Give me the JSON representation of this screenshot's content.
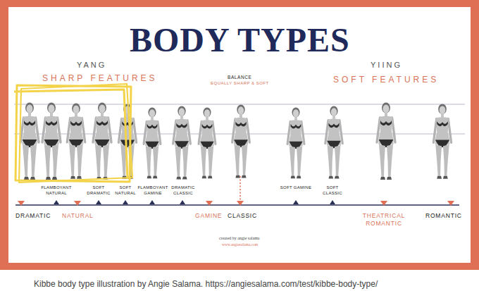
{
  "diagram": {
    "title": "BODY TYPES",
    "caption": "Kibbe body type illustration by Angie Salama. https://angiesalama.com/test/kibbe-body-type/",
    "labels": [
      "YANG",
      "SHARP FEATURES",
      "BALANCE",
      "EQUALLY SHARP & SOFT",
      "YIING",
      "SOFT FEATURES",
      "FLAMBOYANT NATURAL",
      "SOFT DRAMATIC",
      "SOFT NATURAL",
      "FLAMBOYANT GAMINE",
      "DRAMATIC CLASSIC",
      "SOFT GAMINE",
      "SOFT CLASSIC",
      "DRAMATIC",
      "NATURAL",
      "GAMINE",
      "CLASSIC",
      "THEATRICAL ROMANTIC",
      "ROMANTIC",
      "created by angie salama",
      "www.angiesalama.com"
    ]
  }
}
